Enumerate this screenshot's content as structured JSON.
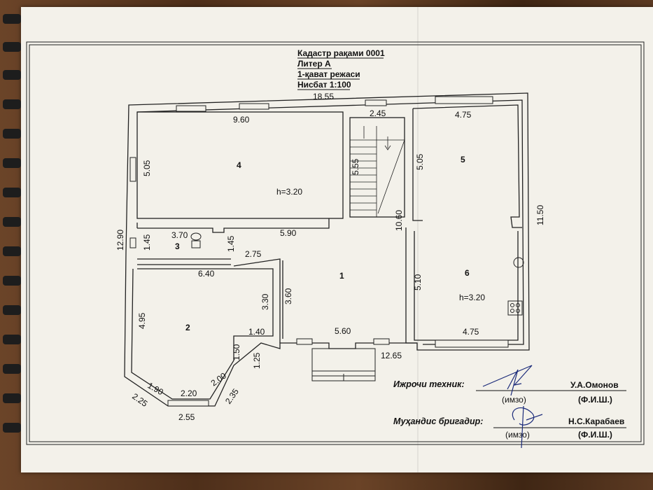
{
  "header": {
    "line1": "Кадастр рақами 0001",
    "line2": "Литер А",
    "line3": "1-қават режаси",
    "line4": "Нисбат 1:100"
  },
  "dims": {
    "top_total": "18.55",
    "left_total": "12.90",
    "right_total": "11.50",
    "bottom_right": "12.65",
    "stair_width": "2.45",
    "stair_length": "5.55",
    "r4_width": "9.60",
    "r4_height": "5.05",
    "r4_h": "h=3.20",
    "r5_width": "4.75",
    "r5_height": "5.05",
    "r3_width": "3.70",
    "r3_height": "1.45",
    "corridor_width": "5.90",
    "corridor_height": "10.60",
    "door_w": "1.45",
    "door_d": "2.75",
    "r2_width": "6.40",
    "r2_height": "4.95",
    "r2_right": "3.30",
    "r2_small": "1.40",
    "r2_bay1": "1.50",
    "r2_bay2": "1.25",
    "r2_bay3": "2.00",
    "r2_bay4": "2.20",
    "r2_bay5": "1.90",
    "r2_bay6": "2.25",
    "r2_bay7": "2.35",
    "r2_bottom": "2.55",
    "hall_height": "3.60",
    "hall_width": "5.60",
    "r6_height": "5.10",
    "r6_h": "h=3.20",
    "r6_width": "4.75"
  },
  "rooms": {
    "r1": "1",
    "r2": "2",
    "r3": "3",
    "r4": "4",
    "r5": "5",
    "r6": "6"
  },
  "signatures": {
    "role1": "Ижрочи техник:",
    "name1": "У.А.Омонов",
    "sign_label1": "(имзо)",
    "fio1": "(Ф.И.Ш.)",
    "role2": "Муҳандис бригадир:",
    "name2": "Н.С.Карабаев",
    "sign_label2": "(имзо)",
    "fio2": "(Ф.И.Ш.)"
  }
}
